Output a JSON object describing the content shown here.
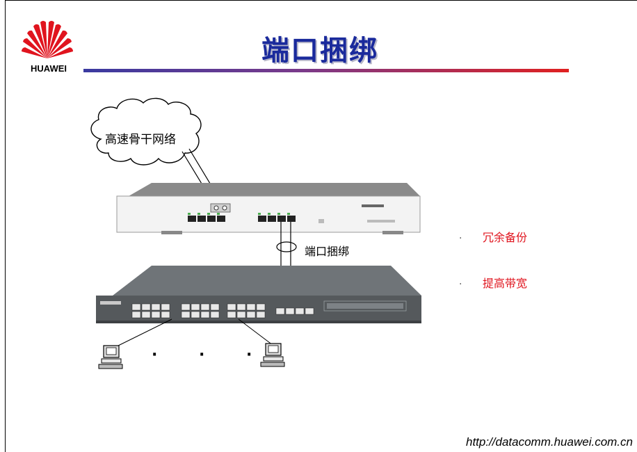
{
  "logo": {
    "text": "HUAWEI"
  },
  "title": "端口捆绑",
  "diagram": {
    "cloud_label": "高速骨干网络",
    "bond_label": "端口捆绑"
  },
  "bullets": [
    {
      "text": "冗余备份"
    },
    {
      "text": "提高带宽"
    }
  ],
  "ellipsis": "· · ·",
  "footer_url": "http://datacomm.huawei.com.cn",
  "colors": {
    "title": "#1a2a9c",
    "bullet": "#e0141e",
    "logo": "#e0141e"
  }
}
